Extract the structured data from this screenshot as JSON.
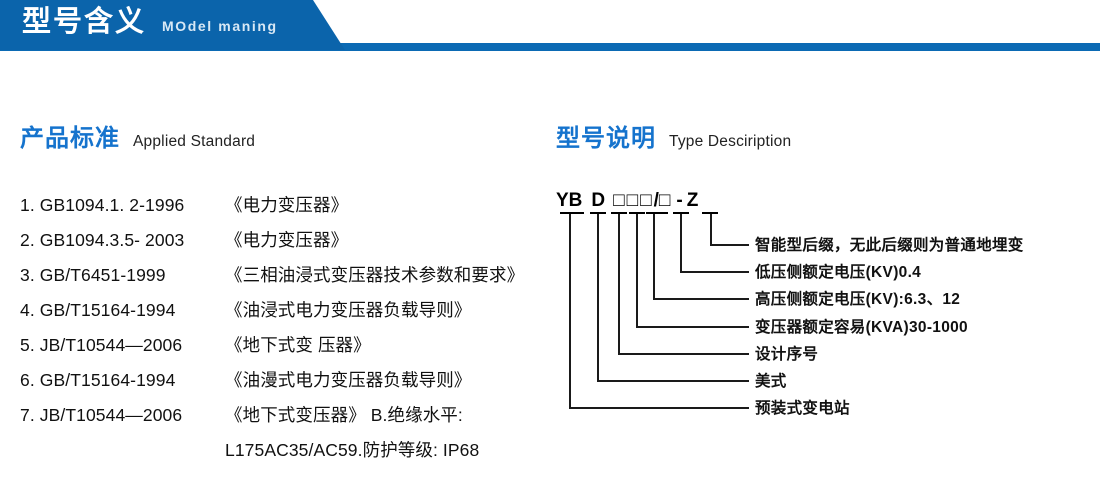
{
  "banner": {
    "title_cn": "型号含义",
    "title_en": "MOdel maning",
    "color": "#0b64ab"
  },
  "sections": {
    "standard": {
      "title_cn": "产品标准",
      "title_en": "Applied Standard",
      "accent": "#1573cd"
    },
    "type": {
      "title_cn": "型号说明",
      "title_en": "Type Desciription",
      "accent": "#1573cd"
    }
  },
  "standards": [
    {
      "code": "1. GB1094.1. 2-1996",
      "name": "《电力变压器》"
    },
    {
      "code": "2. GB1094.3.5- 2003",
      "name": "《电力变压器》"
    },
    {
      "code": "3. GB/T6451-1999",
      "name": "《三相油浸式变压器技术参数和要求》"
    },
    {
      "code": "4. GB/T15164-1994",
      "name": "《油浸式电力变压器负载导则》"
    },
    {
      "code": "5. JB/T10544—2006",
      "name": "《地下式变 压器》"
    },
    {
      "code": "6. GB/T15164-1994",
      "name": "《油漫式电力变压器负载导则》"
    },
    {
      "code": "7. JB/T10544—2006",
      "name": "《地下式变压器》 B.绝缘水平:"
    },
    {
      "code": "",
      "name": "L175AC35/AC59.防护等级: IP68",
      "continued": true
    }
  ],
  "type_code": {
    "prefix1": "YB",
    "prefix2": "D",
    "slash": "/",
    "dash": "-",
    "suffix": "Z",
    "box_glyph": "□",
    "boxes_before_slash": 3,
    "boxes_after_slash": 1,
    "full_text": "YB D □□□/□ - Z"
  },
  "type_labels": [
    {
      "text": "智能型后缀，无此后缀则为普通地埋变"
    },
    {
      "text": "低压侧额定电压(KV)0.4"
    },
    {
      "text": "高压侧额定电压(KV):6.3、12"
    },
    {
      "text": "变压器额定容易(KVA)30-1000"
    },
    {
      "text": "设计序号"
    },
    {
      "text": "美式"
    },
    {
      "text": "预装式变电站"
    }
  ]
}
